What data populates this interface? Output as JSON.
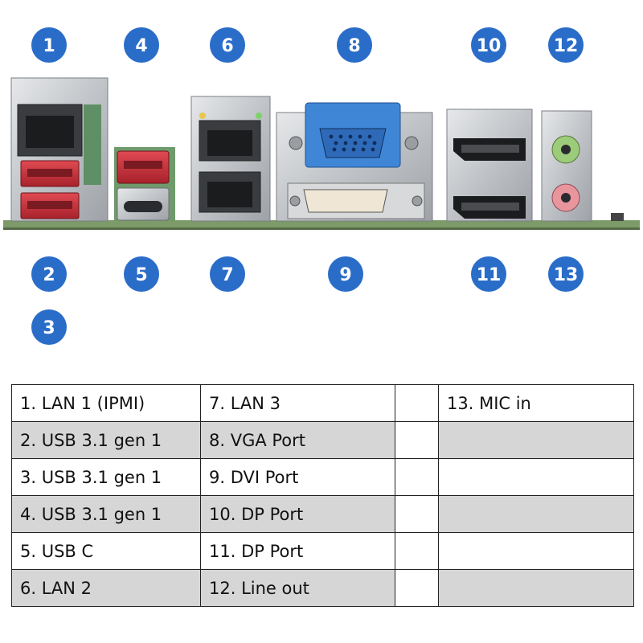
{
  "badges": [
    "1",
    "2",
    "3",
    "4",
    "5",
    "6",
    "7",
    "8",
    "9",
    "10",
    "11",
    "12",
    "13"
  ],
  "legend": {
    "rows": [
      [
        "1. LAN 1 (IPMI)",
        "7. LAN 3",
        "",
        "13. MIC in"
      ],
      [
        "2. USB 3.1 gen 1",
        "8. VGA Port",
        "",
        ""
      ],
      [
        "3. USB 3.1 gen 1",
        "9. DVI Port",
        "",
        ""
      ],
      [
        "4. USB 3.1 gen 1",
        "10. DP Port",
        "",
        ""
      ],
      [
        "5. USB C",
        "11. DP Port",
        "",
        ""
      ],
      [
        "6. LAN 2",
        "12. Line out",
        "",
        ""
      ]
    ]
  },
  "colors": {
    "badge": "#2a6dc9",
    "shaded_row": "#d6d6d6",
    "metal": "#c4c6c9",
    "pcb": "#7d9a69",
    "usb_red": "#c8323c",
    "vga_blue": "#3f87d6",
    "jack_green": "#9ccc7a",
    "jack_pink": "#e8959e"
  }
}
